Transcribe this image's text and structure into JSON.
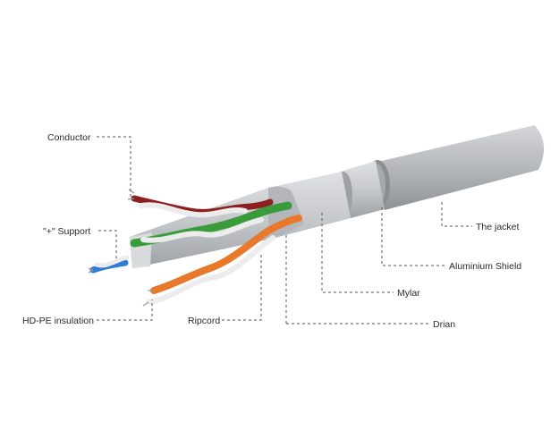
{
  "diagram": {
    "labels": {
      "conductor": "Conductor",
      "support": "\"+\" Support",
      "hdpe_insulation": "HD-PE insulation",
      "ripcord": "Ripcord",
      "drain": "Drian",
      "mylar": "Mylar",
      "aluminium_shield": "Aluminium Shield",
      "jacket": "The jacket"
    },
    "colors": {
      "jacket": "#b9bcbf",
      "jacket_dark": "#8e9296",
      "shield": "#c9cccf",
      "pair_brown": "#8e1f1f",
      "pair_green": "#3a9b3a",
      "pair_orange": "#e8782a",
      "pair_blue": "#2d7dd2",
      "pair_white": "#ececec",
      "leader_line": "#555555"
    }
  }
}
